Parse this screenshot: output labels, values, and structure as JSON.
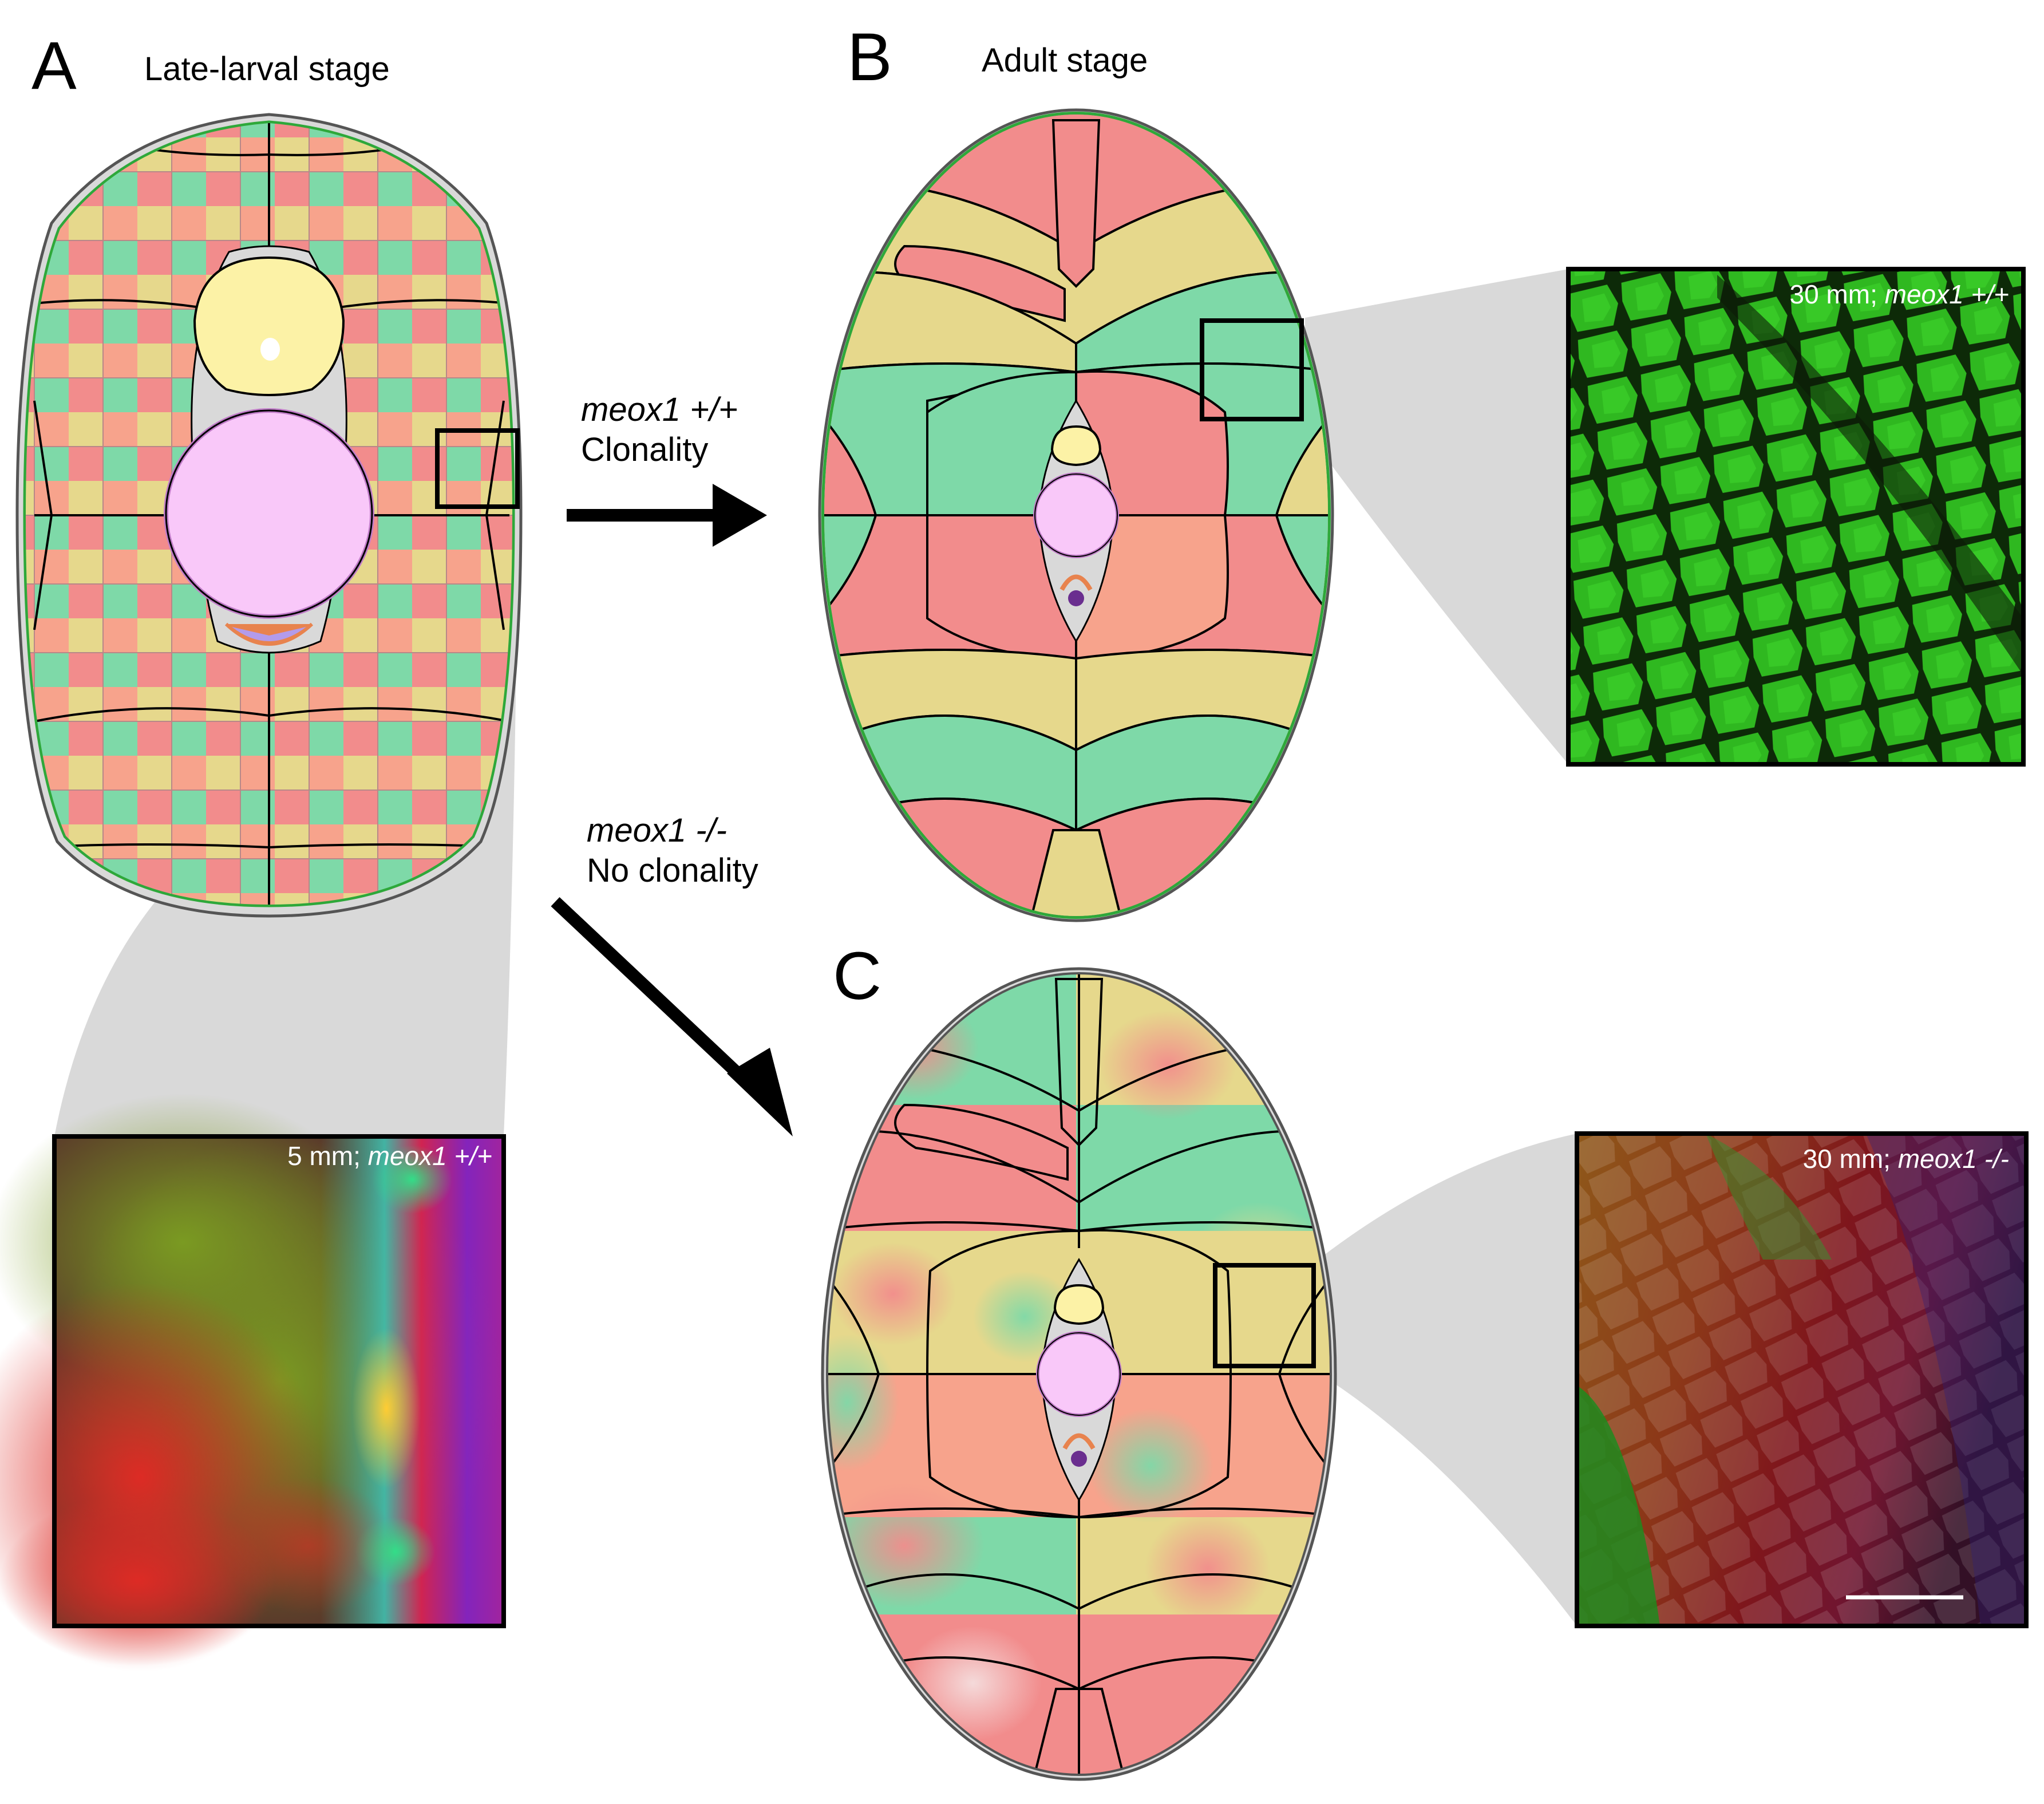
{
  "panels": {
    "A": {
      "letter": "A",
      "title": "Late-larval stage"
    },
    "B": {
      "letter": "B",
      "title": "Adult stage"
    },
    "C": {
      "letter": "C"
    }
  },
  "conditions": {
    "wildtype": {
      "genotype": "meox1 +/+",
      "outcome": "Clonality"
    },
    "mutant": {
      "genotype": "meox1 -/-",
      "outcome": "No clonality"
    }
  },
  "micrographs": {
    "larval": {
      "size": "5 mm; ",
      "genotype": "meox1 +/+"
    },
    "adult_wt": {
      "size": "30 mm; ",
      "genotype": "meox1 +/+"
    },
    "adult_mut": {
      "size": "30 mm; ",
      "genotype": "meox1 -/-"
    }
  },
  "palette": {
    "salmon": "#F7A38C",
    "pink": "#F28C8C",
    "khaki": "#E6D88C",
    "mint": "#7ED9A8",
    "yolk": "#FCF2A6",
    "spinal_pink": "#F9C8F9",
    "spinal_stroke": "#C07CC8",
    "outer_green": "#2EA83A",
    "gray_fill": "#D9D9D9",
    "micro_green": "#33C424"
  }
}
